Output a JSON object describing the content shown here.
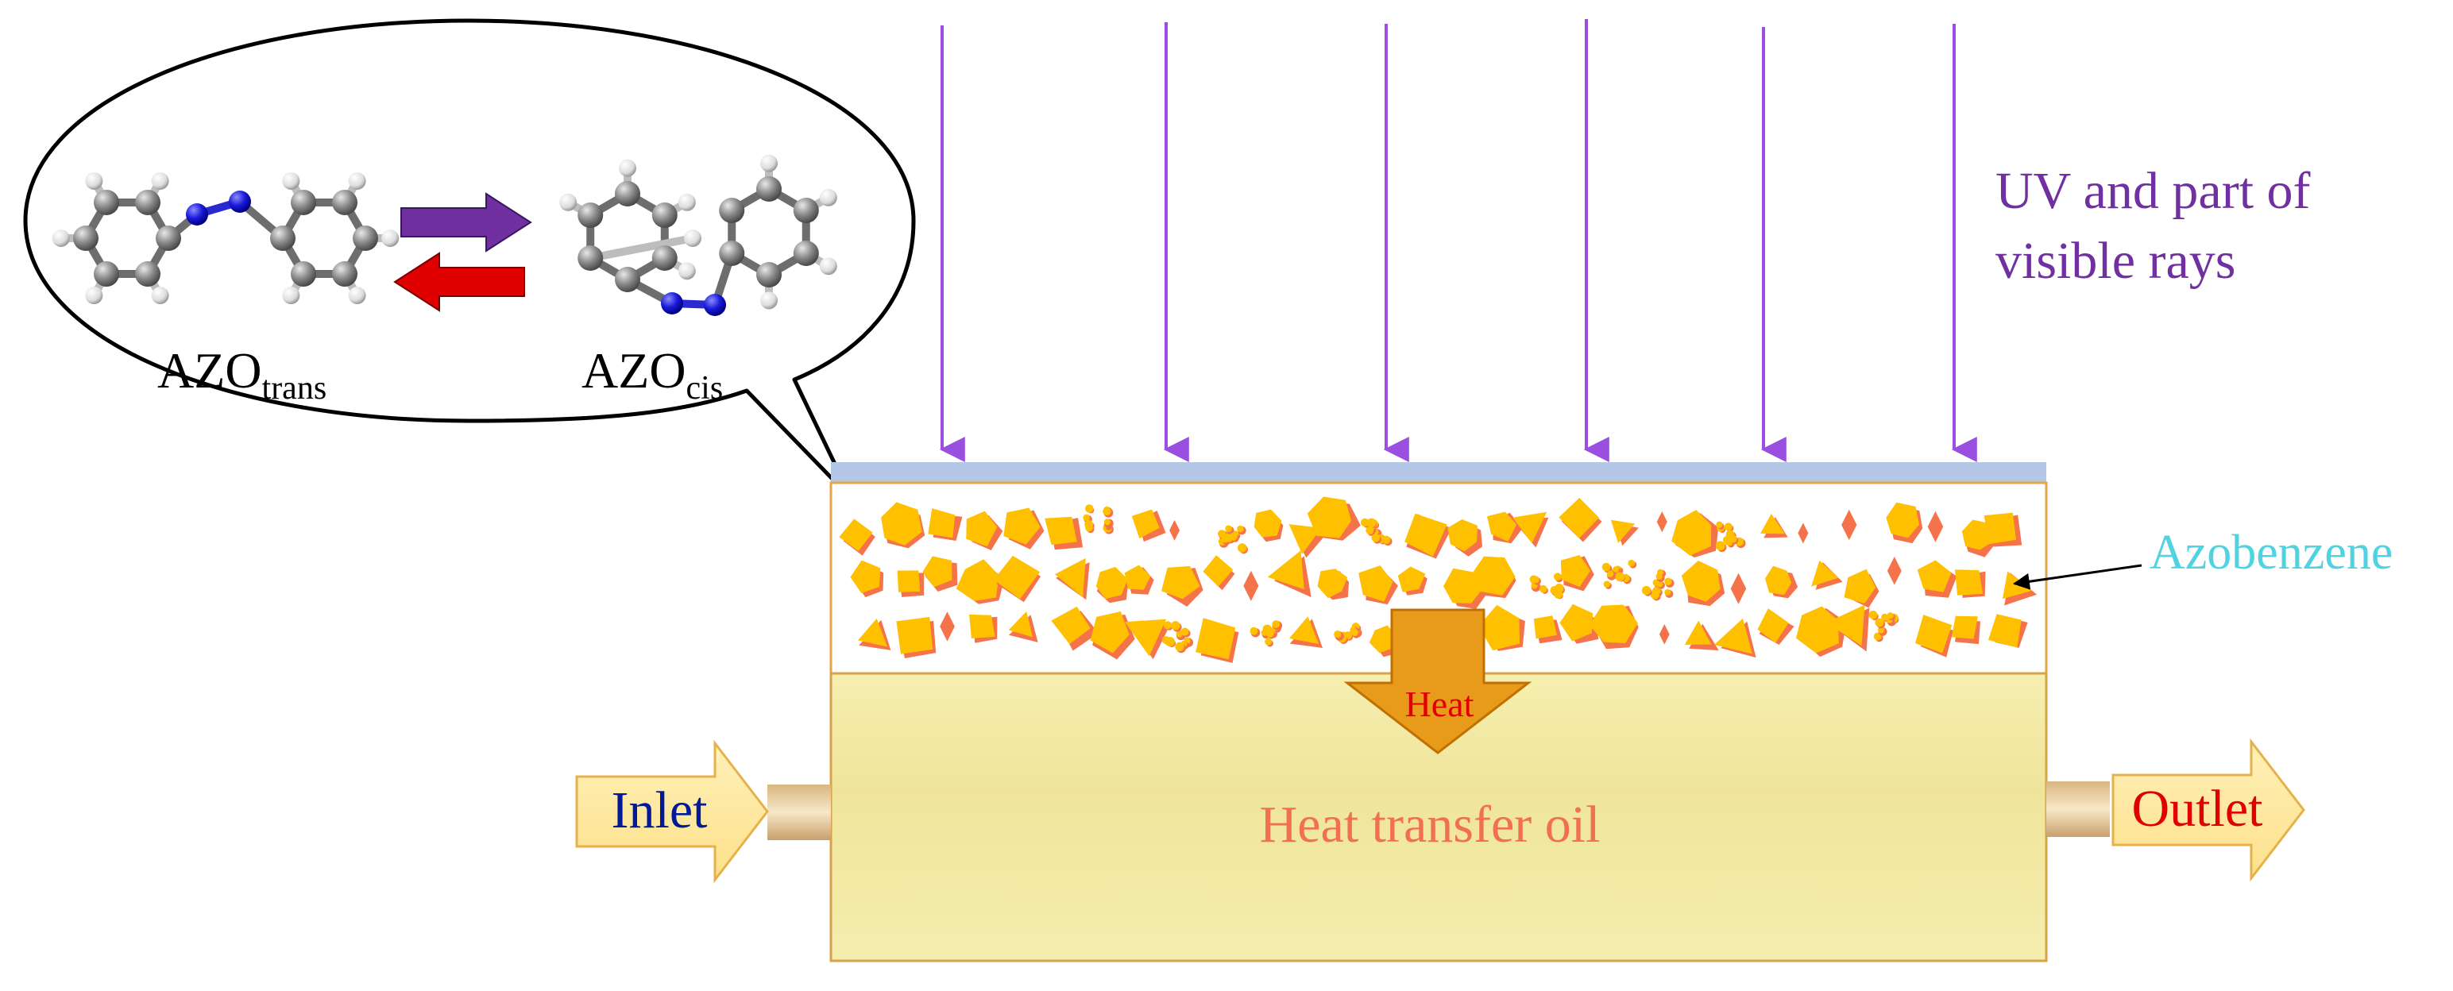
{
  "bubble": {
    "trans_main": "AZO",
    "trans_sub": "trans",
    "cis_main": "AZO",
    "cis_sub": "cis"
  },
  "labels": {
    "uv_line1": "UV and part of",
    "uv_line2": "visible rays",
    "azobenzene": "Azobenzene",
    "heat": "Heat",
    "oil": "Heat transfer oil",
    "inlet": "Inlet",
    "outlet": "Outlet"
  },
  "colors": {
    "uv_ray": "#9b4fe0",
    "uv_text": "#7030a0",
    "glass": "#b4c7e7",
    "crystal_main": "#ffc000",
    "crystal_shadow": "#f4734a",
    "oil_fill": "#f2eca0",
    "heat_arrow": "#e68a00",
    "heat_text": "#e00000",
    "oil_text": "#f07050",
    "azobenzene_text": "#4fd3e0",
    "inlet_text": "#001a99",
    "outlet_text": "#e00000",
    "arrow_forward": "#7030a0",
    "arrow_back": "#e00000",
    "nitrogen": "#1a1ad9",
    "carbon": "#8c8c8c",
    "hydrogen": "#eeeeee"
  },
  "icons": {
    "trans_molecule": "azobenzene-trans-molecule-icon",
    "cis_molecule": "azobenzene-cis-molecule-icon",
    "equilibrium_arrows": "equilibrium-arrows-icon"
  }
}
